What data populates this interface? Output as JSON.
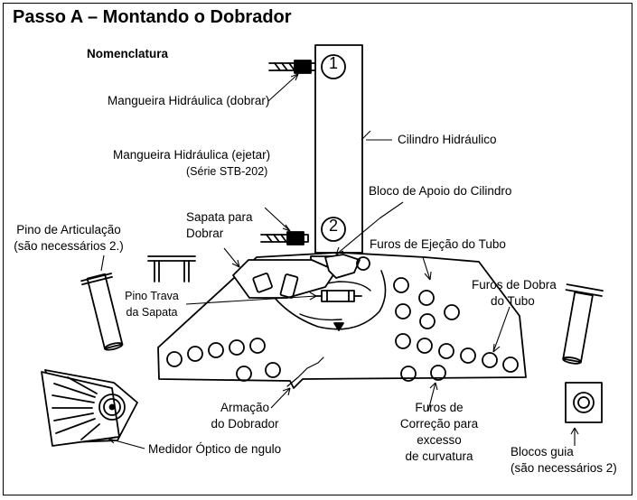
{
  "title": "Passo  A – Montando o Dobrador",
  "labels": {
    "nomenclatura": "Nomenclatura",
    "cyl_num_1": "1",
    "cyl_num_2": "2",
    "mangueira_dobrar": "Mangueira Hidráulica (dobrar)",
    "cilindro": "Cilindro Hidráulico",
    "mangueira_ejetar": "Mangueira Hidráulica (ejetar)",
    "serie": "(Série STB-202)",
    "bloco_apoio": "Bloco de Apoio do Cilindro",
    "pino_articulacao_1": "Pino de Articulação",
    "pino_articulacao_2": "(são necessários 2.)",
    "sapata_1": "Sapata para",
    "sapata_2": "Dobrar",
    "furos_ejecao": "Furos de Ejeção do Tubo",
    "furos_dobra_1": "Furos de Dobra",
    "furos_dobra_2": "do Tubo",
    "pino_trava_1": "Pino Trava",
    "pino_trava_2": "da Sapata",
    "armacao_1": "Armação",
    "armacao_2": "do Dobrador",
    "furos_correcao_1": "Furos de",
    "furos_correcao_2": "Correção para",
    "furos_correcao_3": "excesso",
    "furos_correcao_4": "de curvatura",
    "medidor": "Medidor Óptico de ngulo",
    "blocos_guia_1": "Blocos guia",
    "blocos_guia_2": "(são necessários 2)"
  }
}
